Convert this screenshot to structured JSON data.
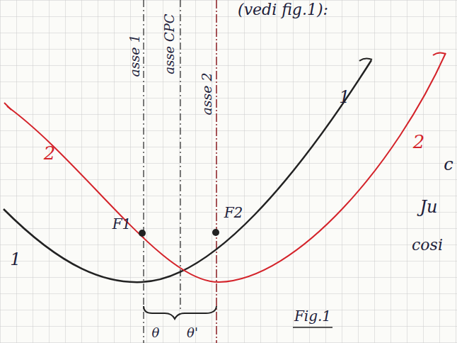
{
  "diagram": {
    "labels": [
      "(vedi fig.1):",
      "asse 1",
      "asse CPC",
      "asse 2",
      "F1",
      "F2",
      "1",
      "1",
      "2",
      "2",
      "Fig.1",
      "θ",
      "θ'",
      "c",
      "Ju",
      "cosi"
    ]
  }
}
